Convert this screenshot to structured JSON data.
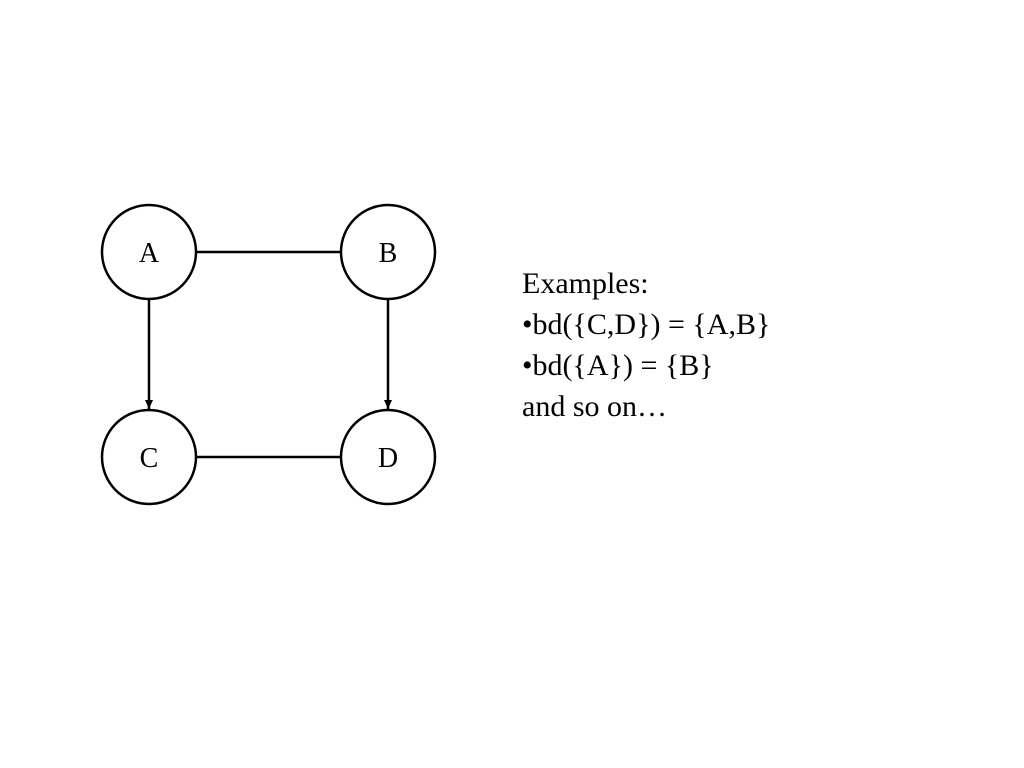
{
  "graph": {
    "nodes": [
      {
        "id": "A",
        "label": "A"
      },
      {
        "id": "B",
        "label": "B"
      },
      {
        "id": "C",
        "label": "C"
      },
      {
        "id": "D",
        "label": "D"
      }
    ],
    "edges": [
      {
        "from": "A",
        "to": "B",
        "directed": false
      },
      {
        "from": "C",
        "to": "D",
        "directed": false
      },
      {
        "from": "A",
        "to": "C",
        "directed": true
      },
      {
        "from": "B",
        "to": "D",
        "directed": true
      }
    ]
  },
  "examples": {
    "heading": "Examples:",
    "items": [
      "•bd({C,D}) = {A,B}",
      "•bd({A}) = {B}"
    ],
    "footer": "and so on…"
  }
}
